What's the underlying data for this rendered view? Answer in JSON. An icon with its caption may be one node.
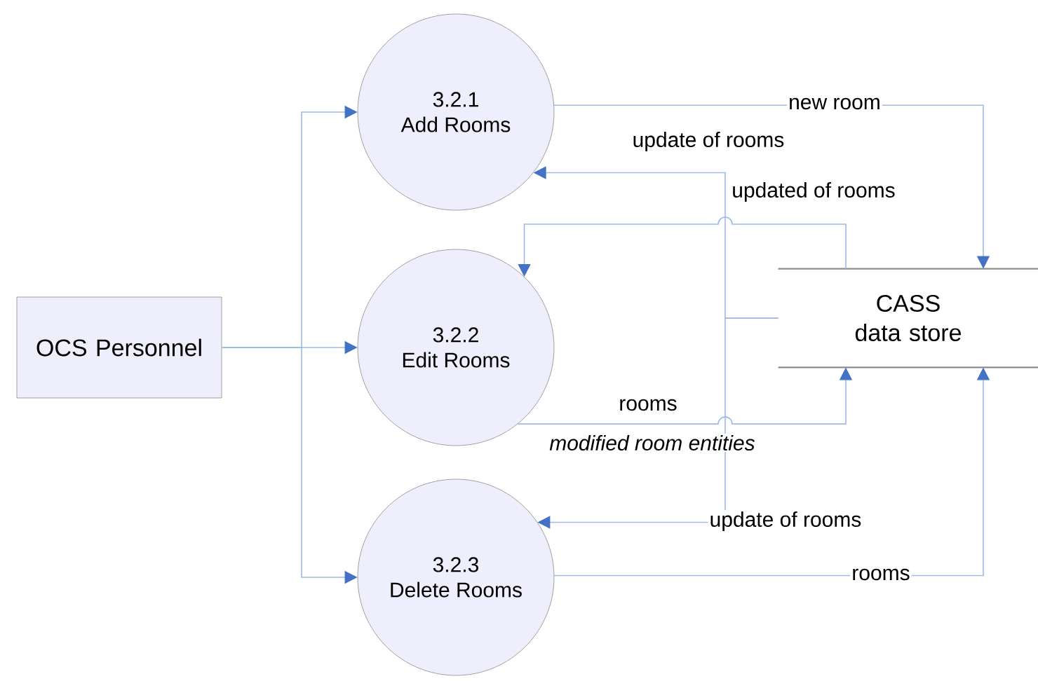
{
  "diagram": {
    "nodes": [
      {
        "text": [
          "OCS Personnel"
        ]
      },
      {
        "text": [
          "3.2.1",
          "Add Rooms"
        ]
      },
      {
        "text": [
          "3.2.2",
          "Edit Rooms"
        ]
      },
      {
        "text": [
          "3.2.3",
          "Delete Rooms"
        ]
      },
      {
        "text": [
          "CASS data store"
        ]
      }
    ],
    "edges": [
      {
        "from": 0,
        "to": 1,
        "arrow": "to"
      },
      {
        "from": 0,
        "to": 2,
        "arrow": "to"
      },
      {
        "from": 0,
        "to": 3,
        "arrow": "to"
      },
      {
        "from": 1,
        "to": 4,
        "arrow": "to",
        "label": "new room"
      },
      {
        "from": 4,
        "to": 1,
        "arrow": "to",
        "label": "update of rooms"
      },
      {
        "from": 4,
        "to": 3,
        "arrow": "to",
        "label": "update of rooms"
      },
      {
        "from": 4,
        "to": 2,
        "arrow": "to",
        "label": "updated of rooms"
      },
      {
        "from": 2,
        "to": 4,
        "arrow": "to",
        "label": "rooms"
      },
      {
        "from": 3,
        "to": 4,
        "arrow": "to",
        "label": "rooms"
      }
    ],
    "labels": [
      "modified room entities"
    ]
  }
}
